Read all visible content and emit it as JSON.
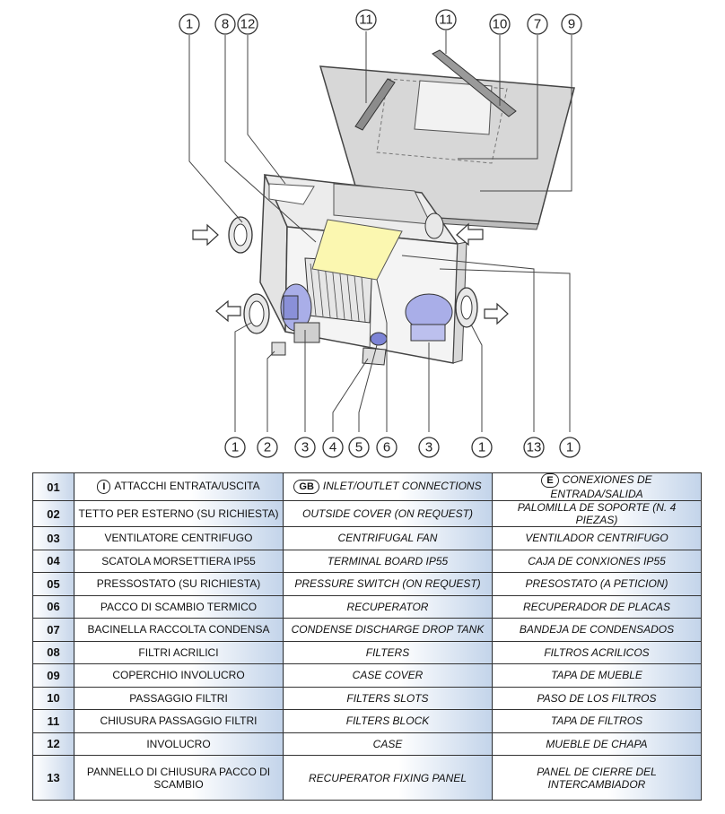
{
  "callouts_top": [
    "1",
    "8",
    "12",
    "11",
    "11",
    "10",
    "7",
    "9"
  ],
  "callouts_bottom": [
    "1",
    "2",
    "3",
    "4",
    "5",
    "6",
    "3",
    "1",
    "13",
    "1"
  ],
  "colors": {
    "cell_gradient_end": "#c3d4ea",
    "fan_blue": "#a9aee8",
    "recuperator_yellow": "#fbf7b0",
    "border": "#333333"
  },
  "legend": {
    "rows": [
      {
        "num": "01",
        "it_lang": "I",
        "it": "ATTACCHI ENTRATA/USCITA",
        "en_lang": "GB",
        "en": "INLET/OUTLET CONNECTIONS",
        "es_lang": "E",
        "es": "CONEXIONES DE ENTRADA/SALIDA"
      },
      {
        "num": "02",
        "it": "TETTO PER ESTERNO (SU RICHIESTA)",
        "en": "OUTSIDE COVER (ON REQUEST)",
        "es": "PALOMILLA DE SOPORTE (N. 4 PIEZAS)"
      },
      {
        "num": "03",
        "it": "VENTILATORE CENTRIFUGO",
        "en": "CENTRIFUGAL FAN",
        "es": "VENTILADOR CENTRIFUGO"
      },
      {
        "num": "04",
        "it": "SCATOLA MORSETTIERA IP55",
        "en": "TERMINAL BOARD IP55",
        "es": "CAJA DE CONXIONES IP55"
      },
      {
        "num": "05",
        "it": "PRESSOSTATO (SU RICHIESTA)",
        "en": "PRESSURE SWITCH (ON REQUEST)",
        "es": "PRESOSTATO (A PETICION)"
      },
      {
        "num": "06",
        "it": "PACCO DI SCAMBIO TERMICO",
        "en": "RECUPERATOR",
        "es": "RECUPERADOR DE PLACAS"
      },
      {
        "num": "07",
        "it": "BACINELLA RACCOLTA CONDENSA",
        "en": "CONDENSE DISCHARGE DROP TANK",
        "es": "BANDEJA DE CONDENSADOS"
      },
      {
        "num": "08",
        "it": "FILTRI ACRILICI",
        "en": "FILTERS",
        "es": "FILTROS ACRILICOS"
      },
      {
        "num": "09",
        "it": "COPERCHIO INVOLUCRO",
        "en": "CASE COVER",
        "es": "TAPA DE MUEBLE"
      },
      {
        "num": "10",
        "it": "PASSAGGIO FILTRI",
        "en": "FILTERS SLOTS",
        "es": "PASO DE LOS FILTROS"
      },
      {
        "num": "11",
        "it": "CHIUSURA PASSAGGIO FILTRI",
        "en": "FILTERS BLOCK",
        "es": "TAPA DE FILTROS"
      },
      {
        "num": "12",
        "it": "INVOLUCRO",
        "en": "CASE",
        "es": "MUEBLE DE CHAPA"
      },
      {
        "num": "13",
        "it": "PANNELLO DI CHIUSURA PACCO DI SCAMBIO",
        "en": "RECUPERATOR FIXING PANEL",
        "es": "PANEL DE CIERRE DEL INTERCAMBIADOR"
      }
    ]
  }
}
